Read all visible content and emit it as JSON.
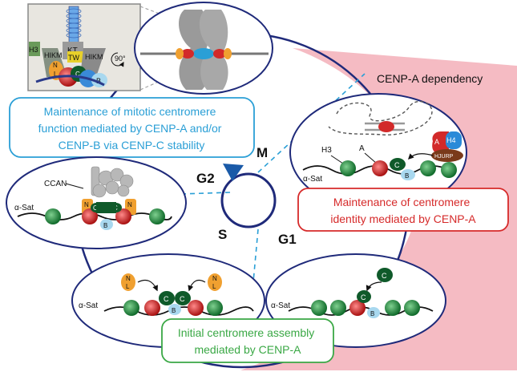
{
  "header": {
    "dependency_label": "CENP-A dependency"
  },
  "cycle": {
    "m": "M",
    "g1": "G1",
    "s": "S",
    "g2": "G2"
  },
  "callouts": {
    "mitotic": [
      "Maintenance of mitotic centromere",
      "function mediated by CENP-A and/or",
      "CENP-B via CENP-C stability"
    ],
    "identity": [
      "Maintenance of centromere",
      "identity mediated by CENP-A"
    ],
    "assembly": [
      "Initial centromere assembly",
      "mediated by CENP-A"
    ]
  },
  "labels": {
    "alpha_sat": "α-Sat",
    "ccan": "CCAN",
    "h3": "H3",
    "a": "A",
    "b": "B",
    "c": "C",
    "n": "N",
    "l": "L",
    "h4": "H4",
    "hjurp": "HJURP",
    "kt": "KT",
    "hikm": "HIKM",
    "tw": "TW",
    "rotate": "90°"
  },
  "colors": {
    "pink_band": "#f4b4bc",
    "navy": "#1f2a7a",
    "cyan": "#2a9fd6",
    "red_box": "#d62a2a",
    "green_box": "#3aa845",
    "nucleosome_green": "#1f8a3a",
    "nucleosome_red": "#d22a2a",
    "cenpc_dark": "#0f5a2a",
    "cenpb_blue": "#a8d8ef",
    "orange": "#f0a030",
    "hjurp_brown": "#7a3a1a"
  }
}
